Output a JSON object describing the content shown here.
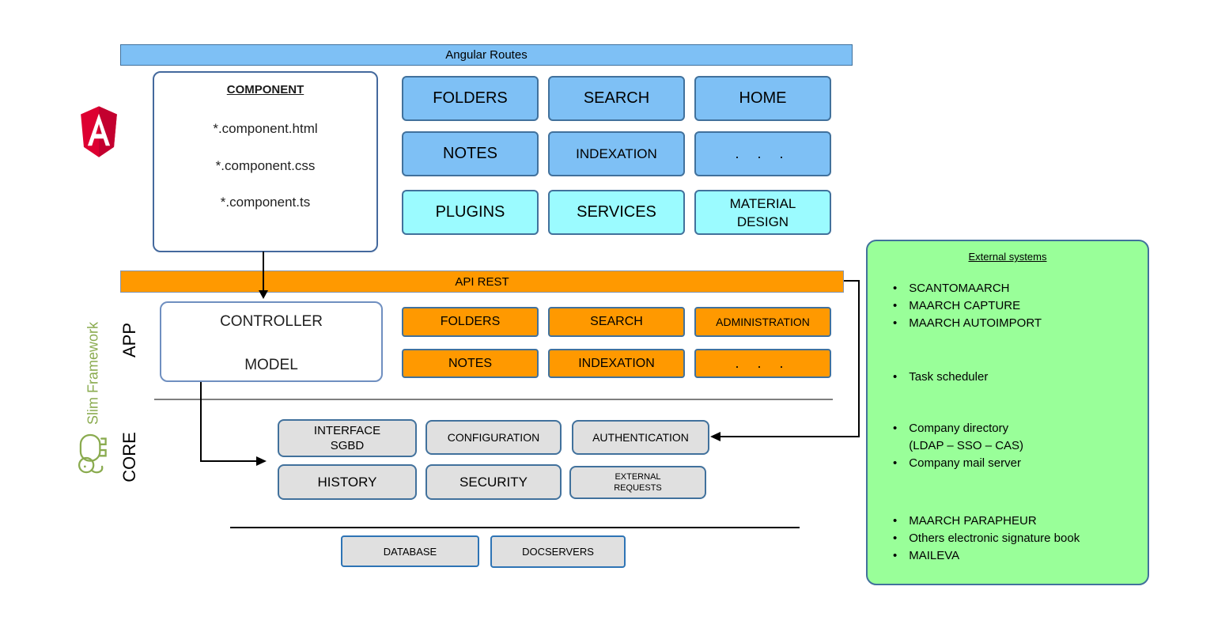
{
  "frontend": {
    "routes_bar": "Angular Routes",
    "component": {
      "title": "COMPONENT",
      "files": [
        "*.component.html",
        "*.component.css",
        "*.component.ts"
      ]
    },
    "modules": [
      {
        "label": "FOLDERS"
      },
      {
        "label": "SEARCH"
      },
      {
        "label": "HOME"
      },
      {
        "label": "NOTES"
      },
      {
        "label": "INDEXATION"
      },
      {
        "label": ".  .  ."
      },
      {
        "label": "PLUGINS"
      },
      {
        "label": "SERVICES"
      },
      {
        "label": "MATERIAL\nDESIGN"
      }
    ]
  },
  "backend": {
    "api_bar": "API REST",
    "controller": {
      "line1": "CONTROLLER",
      "line2": "MODEL"
    },
    "app_label": "APP",
    "core_label": "CORE",
    "slim_label": "Slim Framework",
    "modules": [
      {
        "label": "FOLDERS"
      },
      {
        "label": "SEARCH"
      },
      {
        "label": "ADMINISTRATION"
      },
      {
        "label": "NOTES"
      },
      {
        "label": "INDEXATION"
      },
      {
        "label": ".   .   ."
      }
    ],
    "core_modules": [
      {
        "label": "INTERFACE\nSGBD"
      },
      {
        "label": "CONFIGURATION"
      },
      {
        "label": "AUTHENTICATION"
      },
      {
        "label": "HISTORY"
      },
      {
        "label": "SECURITY"
      },
      {
        "label": "EXTERNAL\nREQUESTS"
      }
    ],
    "storage": [
      {
        "label": "DATABASE"
      },
      {
        "label": "DOCSERVERS"
      }
    ]
  },
  "external": {
    "title": "External systems",
    "groups": [
      [
        "SCANTOMAARCH",
        "MAARCH CAPTURE",
        "MAARCH AUTOIMPORT"
      ],
      [
        "Task scheduler"
      ],
      [
        "Company directory\n(LDAP – SSO – CAS)",
        "Company mail server"
      ],
      [
        "MAARCH PARAPHEUR",
        "Others electronic signature book",
        "MAILEVA"
      ]
    ]
  },
  "colors": {
    "blue": "#7EC0F5",
    "cyan": "#9BFBFF",
    "orange": "#FF9900",
    "gray": "#E0E0E0",
    "green": "#99FF99",
    "border_blue": "#41719C",
    "angular_red": "#DD0031",
    "angular_red_dark": "#C3002F",
    "slim_green": "#8AAB4F"
  }
}
